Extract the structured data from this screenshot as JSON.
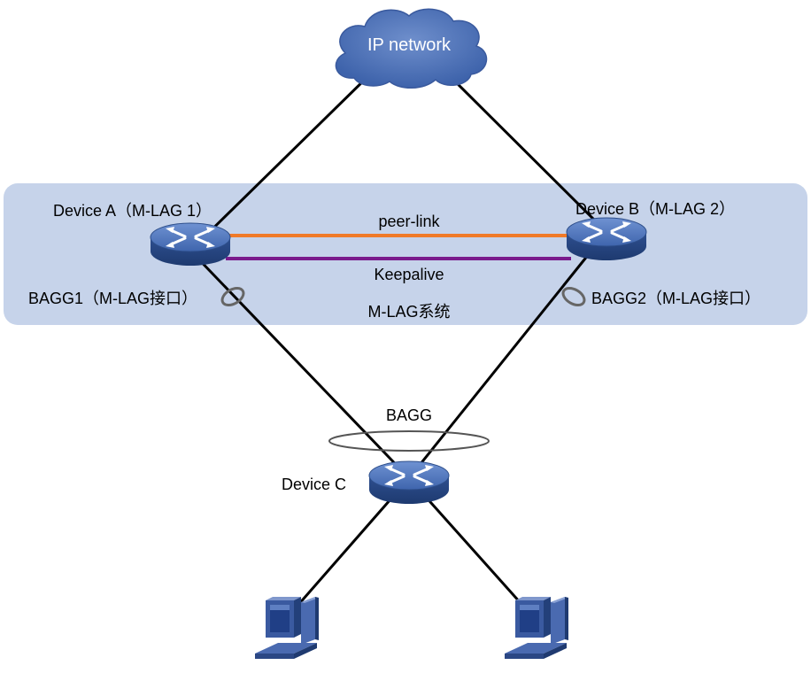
{
  "diagram": {
    "cloud_label": "IP network",
    "device_a_label": "Device A（M-LAG 1）",
    "device_b_label": "Device B（M-LAG 2）",
    "device_c_label": "Device C",
    "peer_link_label": "peer-link",
    "keepalive_label": "Keepalive",
    "bagg1_label": "BAGG1（M-LAG接口）",
    "bagg2_label": "BAGG2（M-LAG接口）",
    "system_label": "M-LAG系统",
    "bagg_label": "BAGG",
    "icons": [
      "cloud-icon",
      "switch-icon",
      "pc-icon"
    ],
    "colors": {
      "system_region": "#c6d3ea",
      "peer_link": "#f07a28",
      "keepalive": "#7a1a8c",
      "device": "#4a72b8",
      "cloud": "#4a72b8"
    }
  }
}
